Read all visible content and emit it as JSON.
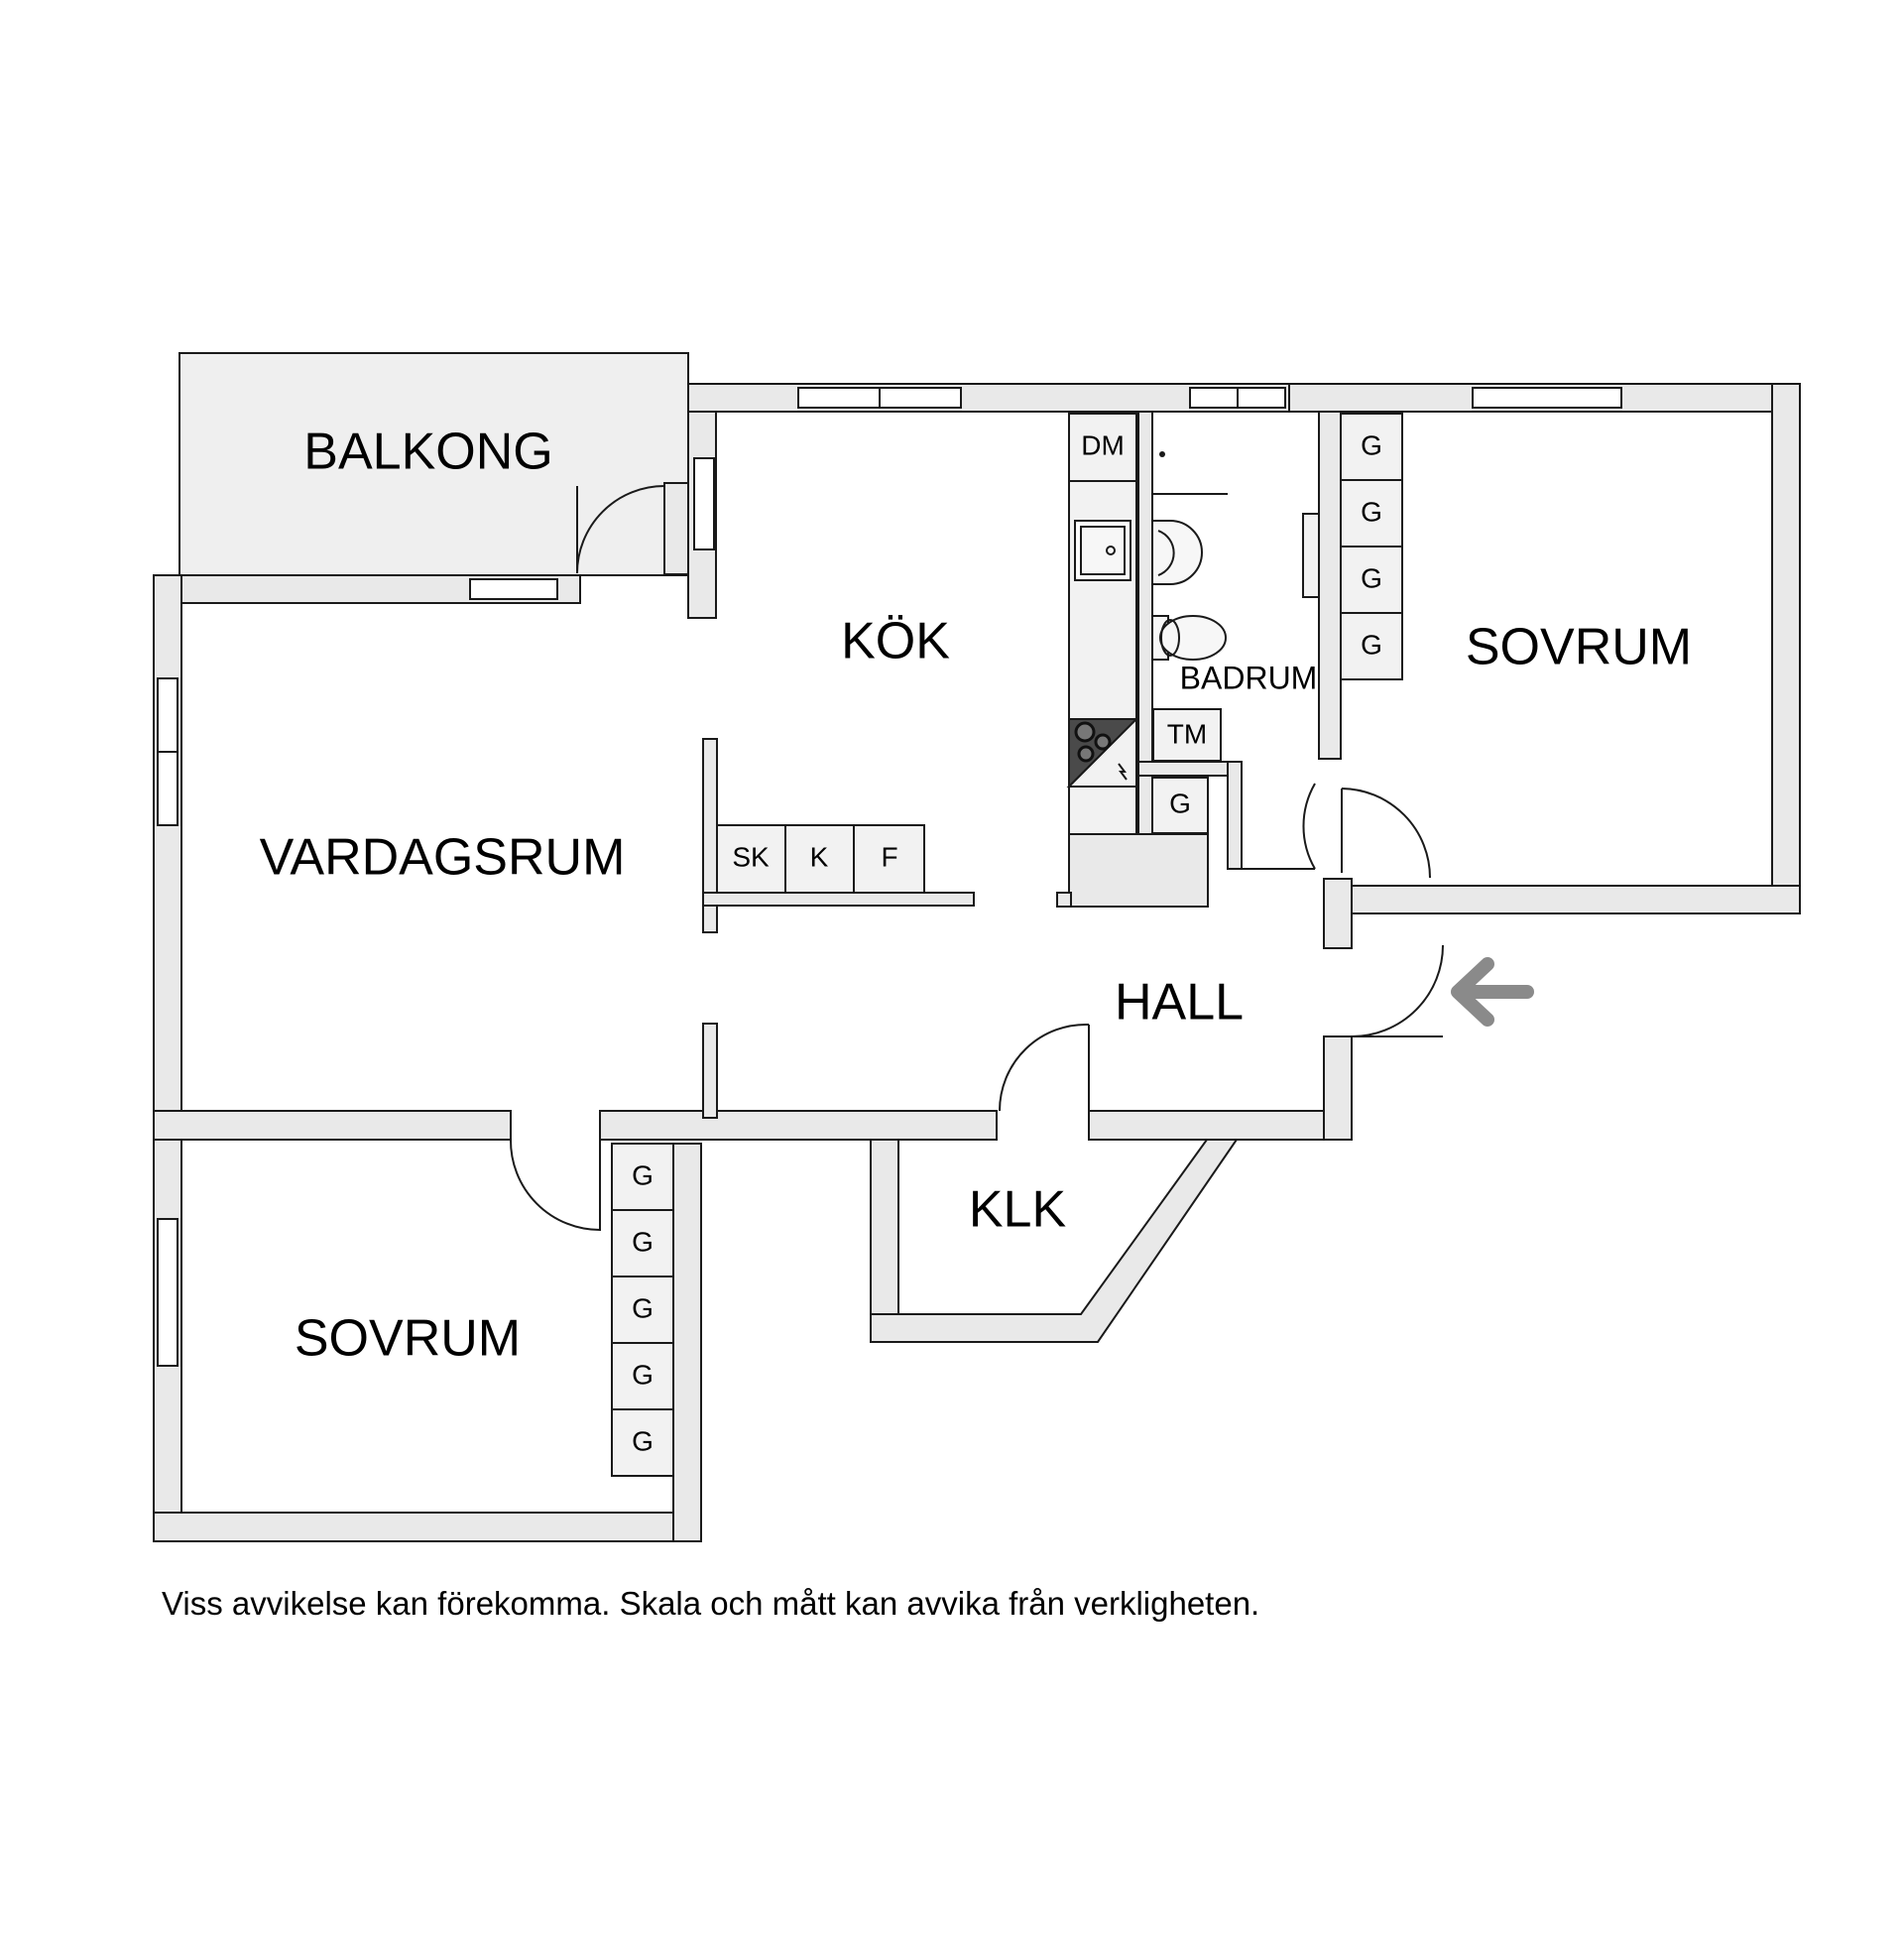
{
  "rooms": {
    "balkong": "BALKONG",
    "kok": "KÖK",
    "vardagsrum": "VARDAGSRUM",
    "badrum": "BADRUM",
    "sovrum_right": "SOVRUM",
    "sovrum_left": "SOVRUM",
    "hall": "HALL",
    "klk": "KLK"
  },
  "fixtures": {
    "dm": "DM",
    "tm": "TM",
    "sk": "SK",
    "k": "K",
    "f": "F",
    "g": "G"
  },
  "icons": {
    "entrance": "entrance-arrow-icon",
    "sink": "sink-icon",
    "washbasin": "washbasin-icon",
    "toilet": "toilet-icon",
    "stove": "stove-icon"
  },
  "colors": {
    "wall": "#e9e9e9",
    "balcony": "#efefef",
    "stove": "#4a4a4a",
    "arrow": "#8a8a8a"
  },
  "disclaimer": "Viss avvikelse kan förekomma. Skala och mått kan avvika från verkligheten."
}
